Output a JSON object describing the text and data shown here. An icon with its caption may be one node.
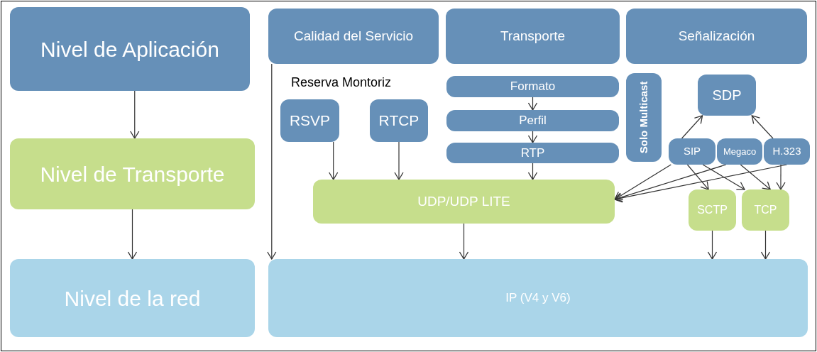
{
  "diagram": {
    "nodes": [
      {
        "text": [
          "Nivel de Aplicación"
        ]
      },
      {
        "text": [
          "Nivel de Transporte"
        ]
      },
      {
        "text": [
          "Nivel de la red"
        ]
      },
      {
        "text": [
          "Calidad del Servicio"
        ]
      },
      {
        "text": [
          "Transporte"
        ]
      },
      {
        "text": [
          "Señalización"
        ]
      },
      {
        "text": [
          "RSVP"
        ]
      },
      {
        "text": [
          "RTCP"
        ]
      },
      {
        "text": [
          "Formato"
        ]
      },
      {
        "text": [
          "Perfil"
        ]
      },
      {
        "text": [
          "RTP"
        ]
      },
      {
        "text": [
          "Solo Multicast"
        ]
      },
      {
        "text": [
          "SDP"
        ]
      },
      {
        "text": [
          "SIP"
        ]
      },
      {
        "text": [
          "Megaco"
        ]
      },
      {
        "text": [
          "H.323"
        ]
      },
      {
        "text": [
          "UDP/UDP LITE"
        ]
      },
      {
        "text": [
          "SCTP"
        ]
      },
      {
        "text": [
          "TCP"
        ]
      },
      {
        "text": [
          "IP (V4 y V6)"
        ]
      }
    ],
    "edges": [
      {
        "from": 0,
        "to": 1,
        "arrow": "to"
      },
      {
        "from": 1,
        "to": 2,
        "arrow": "to"
      },
      {
        "from": 3,
        "to": 19,
        "arrow": "to"
      },
      {
        "from": 6,
        "to": 16,
        "arrow": "to"
      },
      {
        "from": 7,
        "to": 16,
        "arrow": "to"
      },
      {
        "from": 8,
        "to": 9,
        "arrow": "to"
      },
      {
        "from": 9,
        "to": 10,
        "arrow": "to"
      },
      {
        "from": 10,
        "to": 16,
        "arrow": "to"
      },
      {
        "from": 16,
        "to": 19,
        "arrow": "to"
      },
      {
        "from": 13,
        "to": 12,
        "arrow": "to"
      },
      {
        "from": 15,
        "to": 12,
        "arrow": "to"
      },
      {
        "from": 13,
        "to": 16,
        "arrow": "to"
      },
      {
        "from": 14,
        "to": 16,
        "arrow": "to"
      },
      {
        "from": 15,
        "to": 16,
        "arrow": "to"
      },
      {
        "from": 13,
        "to": 17,
        "arrow": "to"
      },
      {
        "from": 13,
        "to": 18,
        "arrow": "to"
      },
      {
        "from": 14,
        "to": 18,
        "arrow": "to"
      },
      {
        "from": 15,
        "to": 18,
        "arrow": "to"
      },
      {
        "from": 17,
        "to": 19,
        "arrow": "to"
      },
      {
        "from": 18,
        "to": 19,
        "arrow": "to"
      }
    ],
    "labels": [
      "Reserva Montoriz"
    ]
  }
}
